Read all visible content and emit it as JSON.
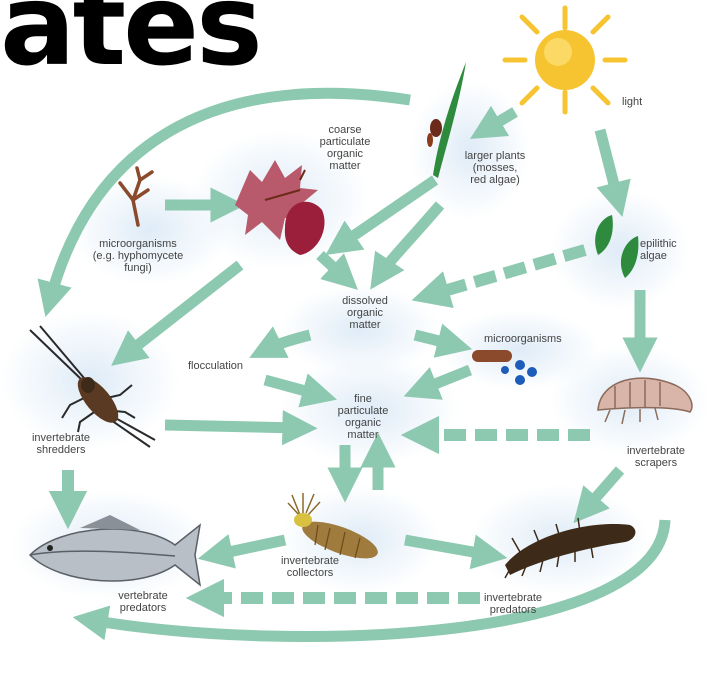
{
  "title": "ates",
  "labels": {
    "light": "light",
    "coarse": "coarse\nparticulate\norganic\nmatter",
    "larger_plants": "larger plants\n(mosses,\nred algae)",
    "microorganisms_fungi": "microorganisms\n(e.g. hyphomycete\nfungi)",
    "epilithic": "epilithic\nalgae",
    "dissolved": "dissolved\norganic\nmatter",
    "flocculation": "flocculation",
    "microorganisms": "microorganisms",
    "fine": "fine\nparticulate\norganic\nmatter",
    "shredders": "invertebrate\nshredders",
    "scrapers": "invertebrate\nscrapers",
    "collectors": "invertebrate\ncollectors",
    "vert_predators": "vertebrate\npredators",
    "invert_predators": "invertebrate\npredators"
  },
  "colors": {
    "arrow": "#8cc9b0",
    "sun": "#f7c431",
    "leaf": "#9b1f3a",
    "algae": "#2e8b3d",
    "glow": "#dbe9f6"
  },
  "icons": [
    "sun-icon",
    "moss-icon",
    "leaves-icon",
    "fungi-icon",
    "algae-icon",
    "microorganism-icon",
    "shredder-insect-icon",
    "scraper-amphipod-icon",
    "collector-larva-icon",
    "fish-icon",
    "predator-larva-icon"
  ]
}
